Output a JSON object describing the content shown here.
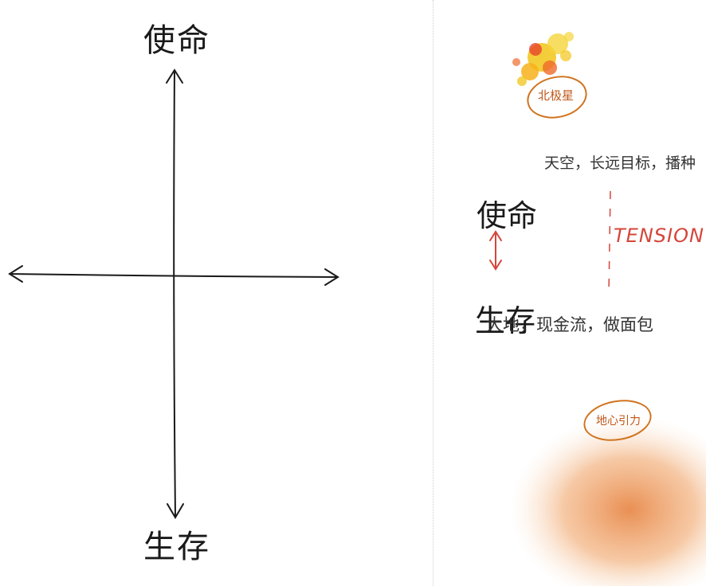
{
  "left_diagram": {
    "top_label": "使命",
    "bottom_label": "生存"
  },
  "right_notes": {
    "north_star_badge": "北极星",
    "sky_note": "天空，长远目标，播种",
    "mission_label": "使命",
    "tension_label": "TENSION",
    "survival_label": "生存",
    "ground_note": "大地，现金流，做面包",
    "gravity_badge": "地心引力"
  },
  "colors": {
    "ink": "#1a1a1a",
    "accent_red": "#d4463a",
    "badge_orange": "#d0741f",
    "star_yellow": "#f2c418",
    "earth_orange": "#e8894a"
  }
}
